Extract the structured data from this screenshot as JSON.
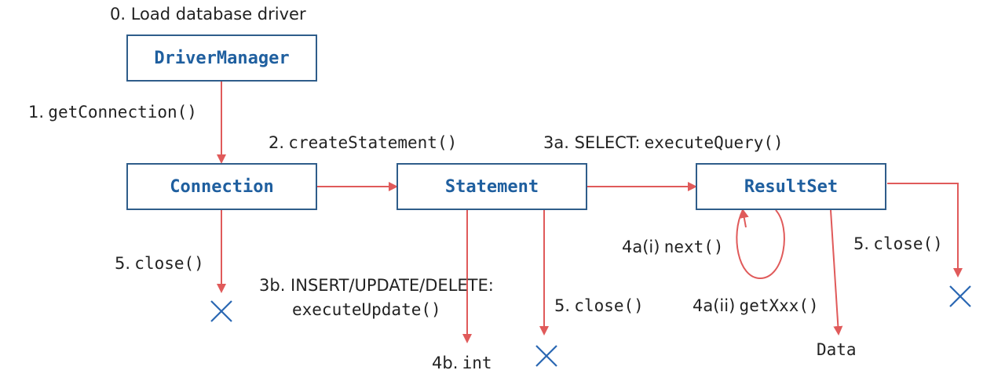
{
  "title": "0. Load database driver",
  "boxes": {
    "driver_manager": "DriverManager",
    "connection": "Connection",
    "statement": "Statement",
    "result_set": "ResultSet"
  },
  "steps": {
    "get_connection": {
      "num": "1.",
      "call": "getConnection()"
    },
    "create_statement": {
      "num": "2.",
      "call": "createStatement()"
    },
    "select": {
      "prefix": "3a. SELECT:",
      "call": "executeQuery()"
    },
    "update": {
      "prefix": "3b. INSERT/UPDATE/DELETE:",
      "call": "executeUpdate()"
    },
    "next": {
      "prefix": "4a(i)",
      "call": "next()"
    },
    "get_xxx": {
      "prefix": "4a(ii)",
      "call": "getXxx()"
    },
    "int_result": {
      "prefix": "4b.",
      "call": "int"
    },
    "data": "Data",
    "close_num": "5.",
    "close_call": "close()"
  },
  "colors": {
    "arrow": "#e05a5a",
    "box_border": "#2f5d8a",
    "box_text": "#1f5f9f",
    "cross": "#2a67b3"
  },
  "icons": [
    "close-x-icon"
  ]
}
